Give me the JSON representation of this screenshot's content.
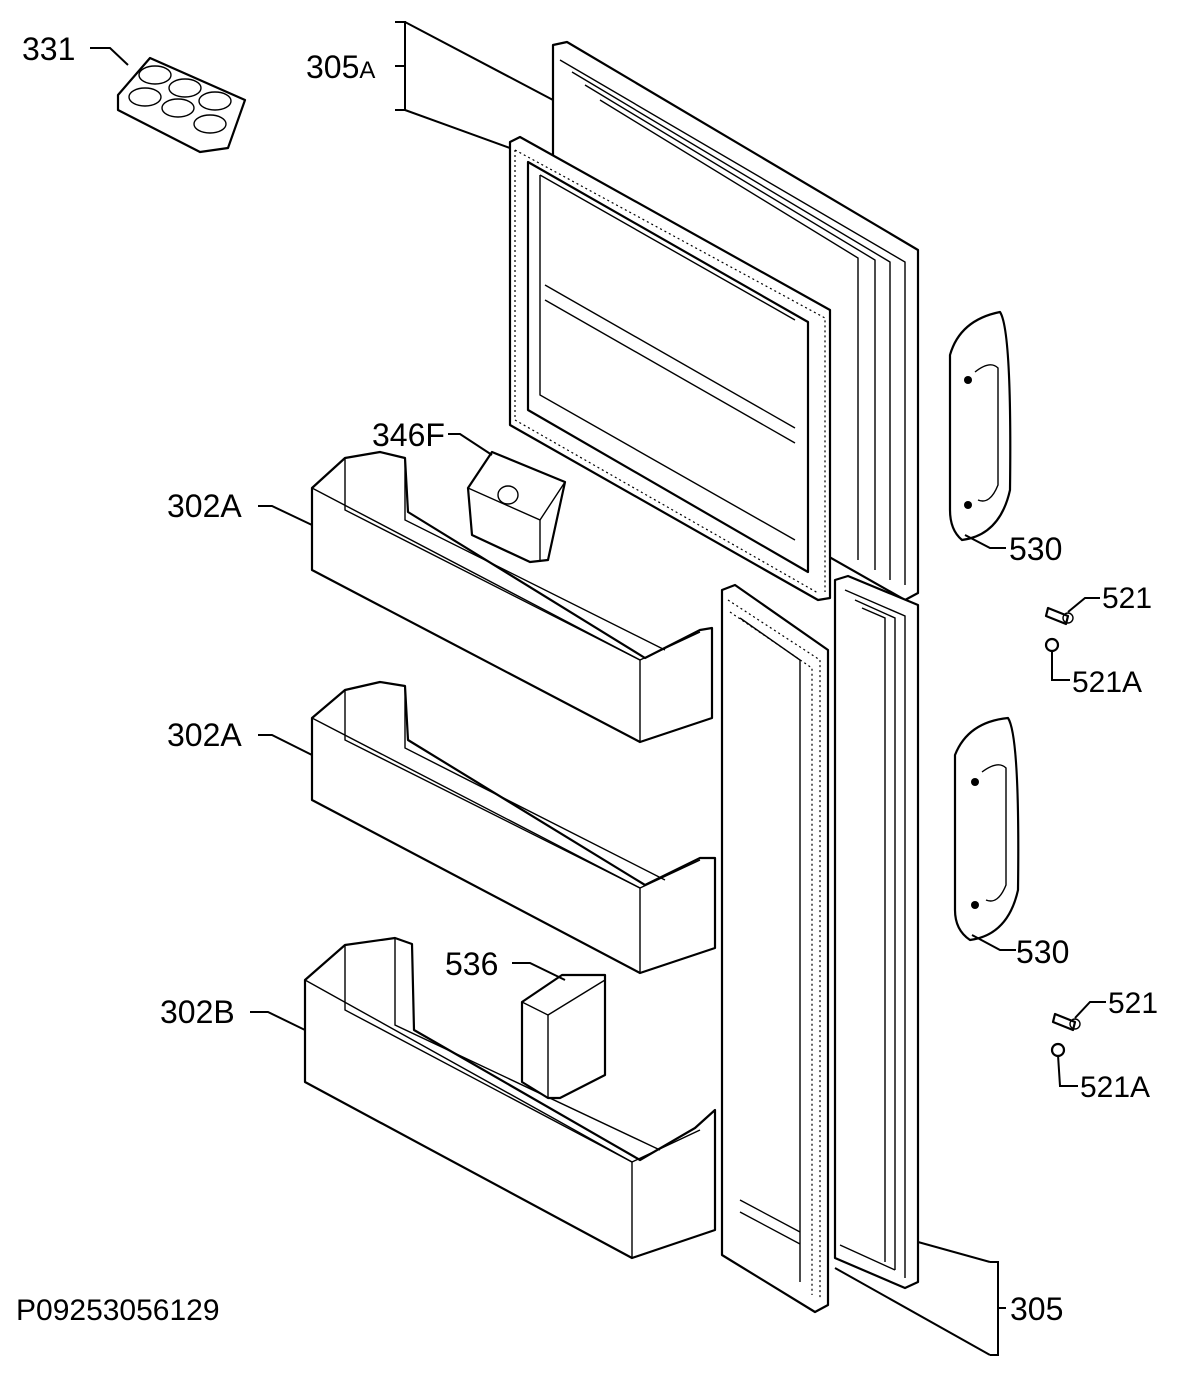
{
  "diagram": {
    "drawing_code": "P09253056129",
    "callouts": [
      {
        "id": "331",
        "text": "331"
      },
      {
        "id": "305A",
        "text": "305",
        "suffix": "A"
      },
      {
        "id": "346F",
        "text": "346F"
      },
      {
        "id": "302A-top",
        "text": "302A"
      },
      {
        "id": "302A-mid",
        "text": "302A"
      },
      {
        "id": "302B",
        "text": "302B"
      },
      {
        "id": "536",
        "text": "536"
      },
      {
        "id": "530-top",
        "text": "530"
      },
      {
        "id": "530-bottom",
        "text": "530"
      },
      {
        "id": "521-top",
        "text": "521"
      },
      {
        "id": "521A-top",
        "text": "521A"
      },
      {
        "id": "521-bottom",
        "text": "521"
      },
      {
        "id": "521A-bottom",
        "text": "521A"
      },
      {
        "id": "305",
        "text": "305"
      }
    ]
  }
}
